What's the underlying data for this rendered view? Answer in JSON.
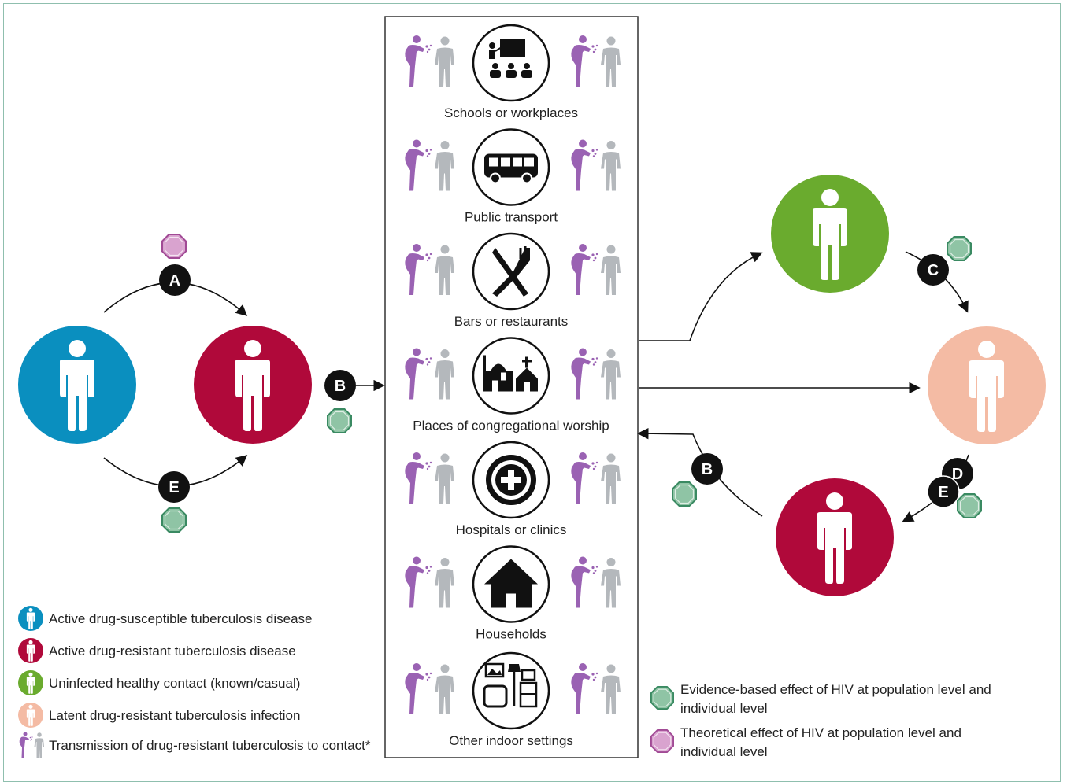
{
  "settings": [
    {
      "label": "Schools or workplaces",
      "icon": "classroom-icon"
    },
    {
      "label": "Public transport",
      "icon": "bus-icon"
    },
    {
      "label": "Bars or restaurants",
      "icon": "knife-fork-icon"
    },
    {
      "label": "Places of congregational worship",
      "icon": "mosque-church-icon"
    },
    {
      "label": "Hospitals or clinics",
      "icon": "hospital-cross-icon"
    },
    {
      "label": "Households",
      "icon": "house-icon"
    },
    {
      "label": "Other indoor settings",
      "icon": "indoor-furniture-icon"
    }
  ],
  "pathway_labels": {
    "a": "A",
    "b_left": "B",
    "b_right": "B",
    "c": "C",
    "d": "D",
    "e_left": "E",
    "e_right": "E"
  },
  "legend": {
    "blue": "Active drug-susceptible tuberculosis disease",
    "red": "Active drug-resistant tuberculosis disease",
    "green": "Uninfected healthy contact (known/casual)",
    "peach": "Latent drug-resistant tuberculosis infection",
    "transmission": "Transmission of drug-resistant tuberculosis to contact*"
  },
  "effects": {
    "evidence_line1": "Evidence-based effect of HIV at population level and",
    "evidence_line2": "individual level",
    "theoretical_line1": "Theoretical effect of HIV at population level and",
    "theoretical_line2": "individual level"
  },
  "colors": {
    "blue": "#0a8fbf",
    "red": "#b0093a",
    "green": "#6aab2e",
    "peach": "#f4bba4",
    "purple": "#9a62b3",
    "grey": "#b4b8bc",
    "hex_green": "#8fc4a5",
    "hex_pink": "#d9a3cf"
  }
}
